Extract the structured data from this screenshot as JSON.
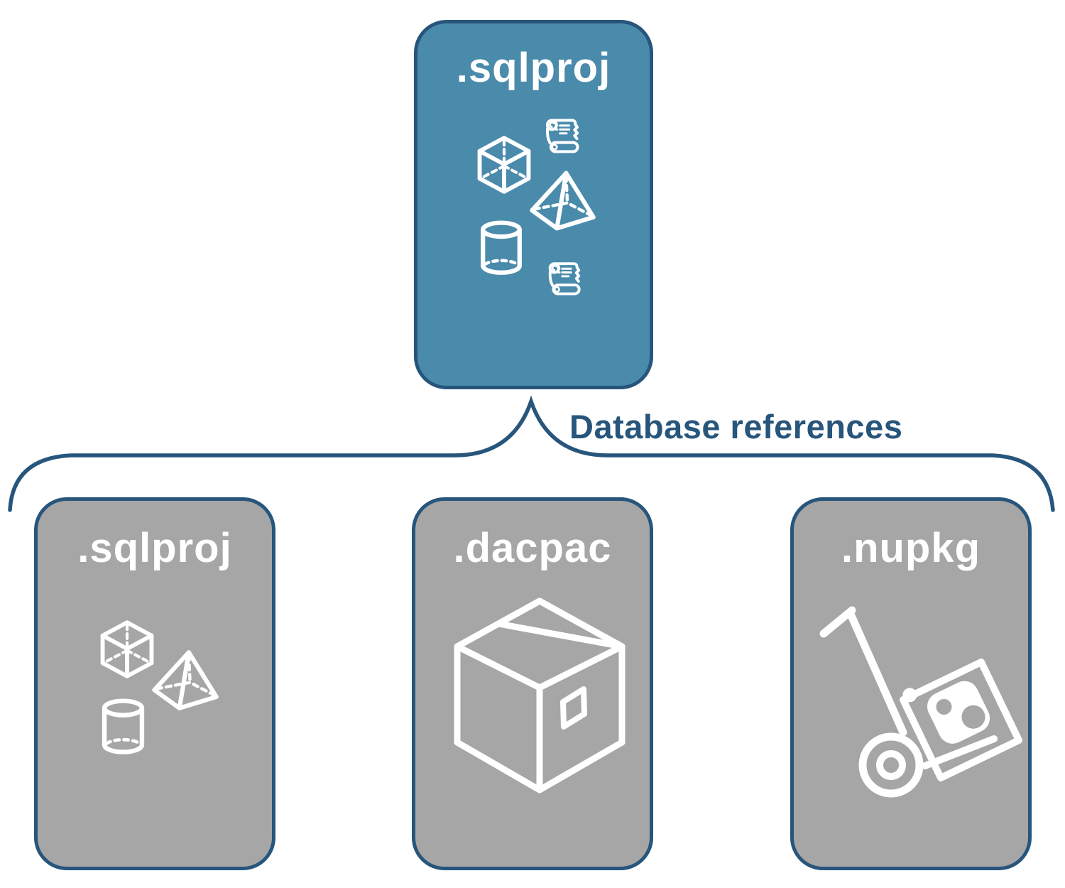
{
  "diagram": {
    "connector_label": "Database references",
    "root": {
      "label": ".sqlproj",
      "icons": [
        "cube-icon",
        "scroll-icon",
        "pyramid-icon",
        "cylinder-icon",
        "scroll-icon"
      ]
    },
    "children": [
      {
        "label": ".sqlproj",
        "icons": [
          "cube-icon",
          "pyramid-icon",
          "cylinder-icon"
        ]
      },
      {
        "label": ".dacpac",
        "icons": [
          "package-box-icon"
        ]
      },
      {
        "label": ".nupkg",
        "icons": [
          "hand-truck-icon",
          "nuget-logo"
        ]
      }
    ],
    "colors": {
      "root_fill": "#4A8BAC",
      "child_fill": "#A6A6A6",
      "border": "#27557B",
      "label_text": "#27557B",
      "icon_stroke": "#FFFFFF"
    }
  }
}
